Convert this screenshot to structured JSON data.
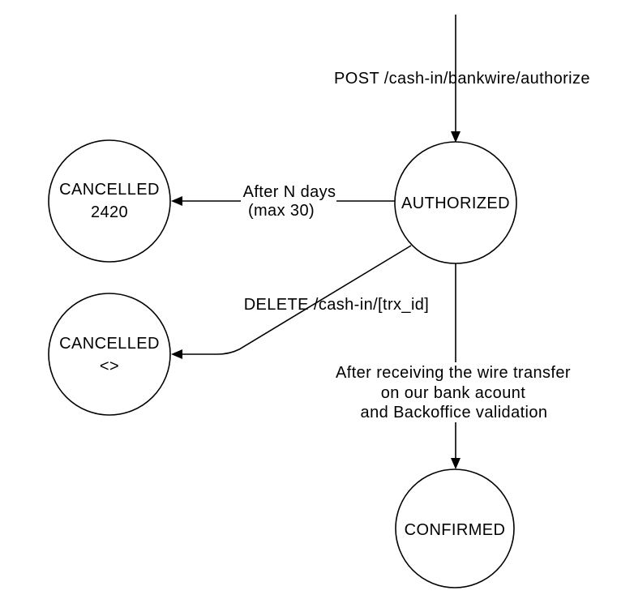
{
  "diagram": {
    "type": "state-machine",
    "background": "#ffffff",
    "line_color": "#000000",
    "states": {
      "authorized": {
        "label": "AUTHORIZED",
        "color": "#F7941D"
      },
      "cancelled_timeout": {
        "line1": "CANCELLED",
        "line2": "2420",
        "color": "#FF0000"
      },
      "cancelled_deleted": {
        "line1": "CANCELLED",
        "line2": "<>",
        "color": "#FF0000"
      },
      "confirmed": {
        "label": "CONFIRMED",
        "color": "#66CC33"
      }
    },
    "transitions": {
      "authorize": {
        "label": "POST /cash-in/bankwire/authorize"
      },
      "timeout": {
        "line1": "After N days",
        "line2": "(max 30)"
      },
      "delete": {
        "label": "DELETE /cash-in/[trx_id]"
      },
      "confirm": {
        "line1": "After receiving the wire transfer",
        "line2": "on our bank acount",
        "line3": "and Backoffice validation"
      }
    }
  }
}
